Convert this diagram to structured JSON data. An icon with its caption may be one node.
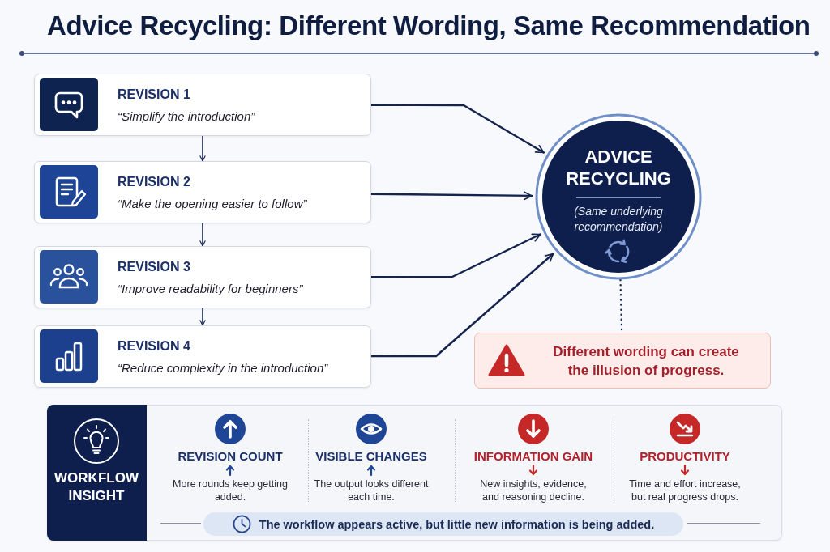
{
  "diagram": {
    "title": "Advice Recycling: Different Wording, Same Recommendation",
    "nodes": [
      {
        "text": [
          "REVISION 1",
          "“Simplify the introduction”"
        ]
      },
      {
        "text": [
          "REVISION 2",
          "“Make the opening easier to follow”"
        ]
      },
      {
        "text": [
          "REVISION 3",
          "“Improve readability for beginners”"
        ]
      },
      {
        "text": [
          "REVISION 4",
          "“Reduce complexity in the introduction”"
        ]
      },
      {
        "text": [
          "ADVICE RECYCLING",
          "(Same underlying recommendation)"
        ]
      },
      {
        "text": [
          "Different wording can create the illusion of progress."
        ]
      },
      {
        "text": [
          "WORKFLOW INSIGHT"
        ]
      },
      {
        "text": [
          "The workflow appears active, but little new information is being added."
        ],
        "in": 6
      }
    ],
    "edges": [
      {
        "from": 0,
        "to": 1,
        "arrow": "to"
      },
      {
        "from": 1,
        "to": 2,
        "arrow": "to"
      },
      {
        "from": 2,
        "to": 3,
        "arrow": "to"
      },
      {
        "from": 0,
        "to": 4,
        "arrow": "to"
      },
      {
        "from": 1,
        "to": 4,
        "arrow": "to"
      },
      {
        "from": 2,
        "to": 4,
        "arrow": "to"
      },
      {
        "from": 3,
        "to": 4,
        "arrow": "to"
      },
      {
        "from": 4,
        "to": 5,
        "arrow": "none",
        "style": "dashed"
      }
    ],
    "labels": [
      "REVISION COUNT",
      "More rounds keep getting added.",
      "VISIBLE CHANGES",
      "The output looks different each time.",
      "INFORMATION GAIN",
      "New insights, evidence, and reasoning decline.",
      "PRODUCTIVITY",
      "Time and effort increase, but real progress drops."
    ]
  }
}
